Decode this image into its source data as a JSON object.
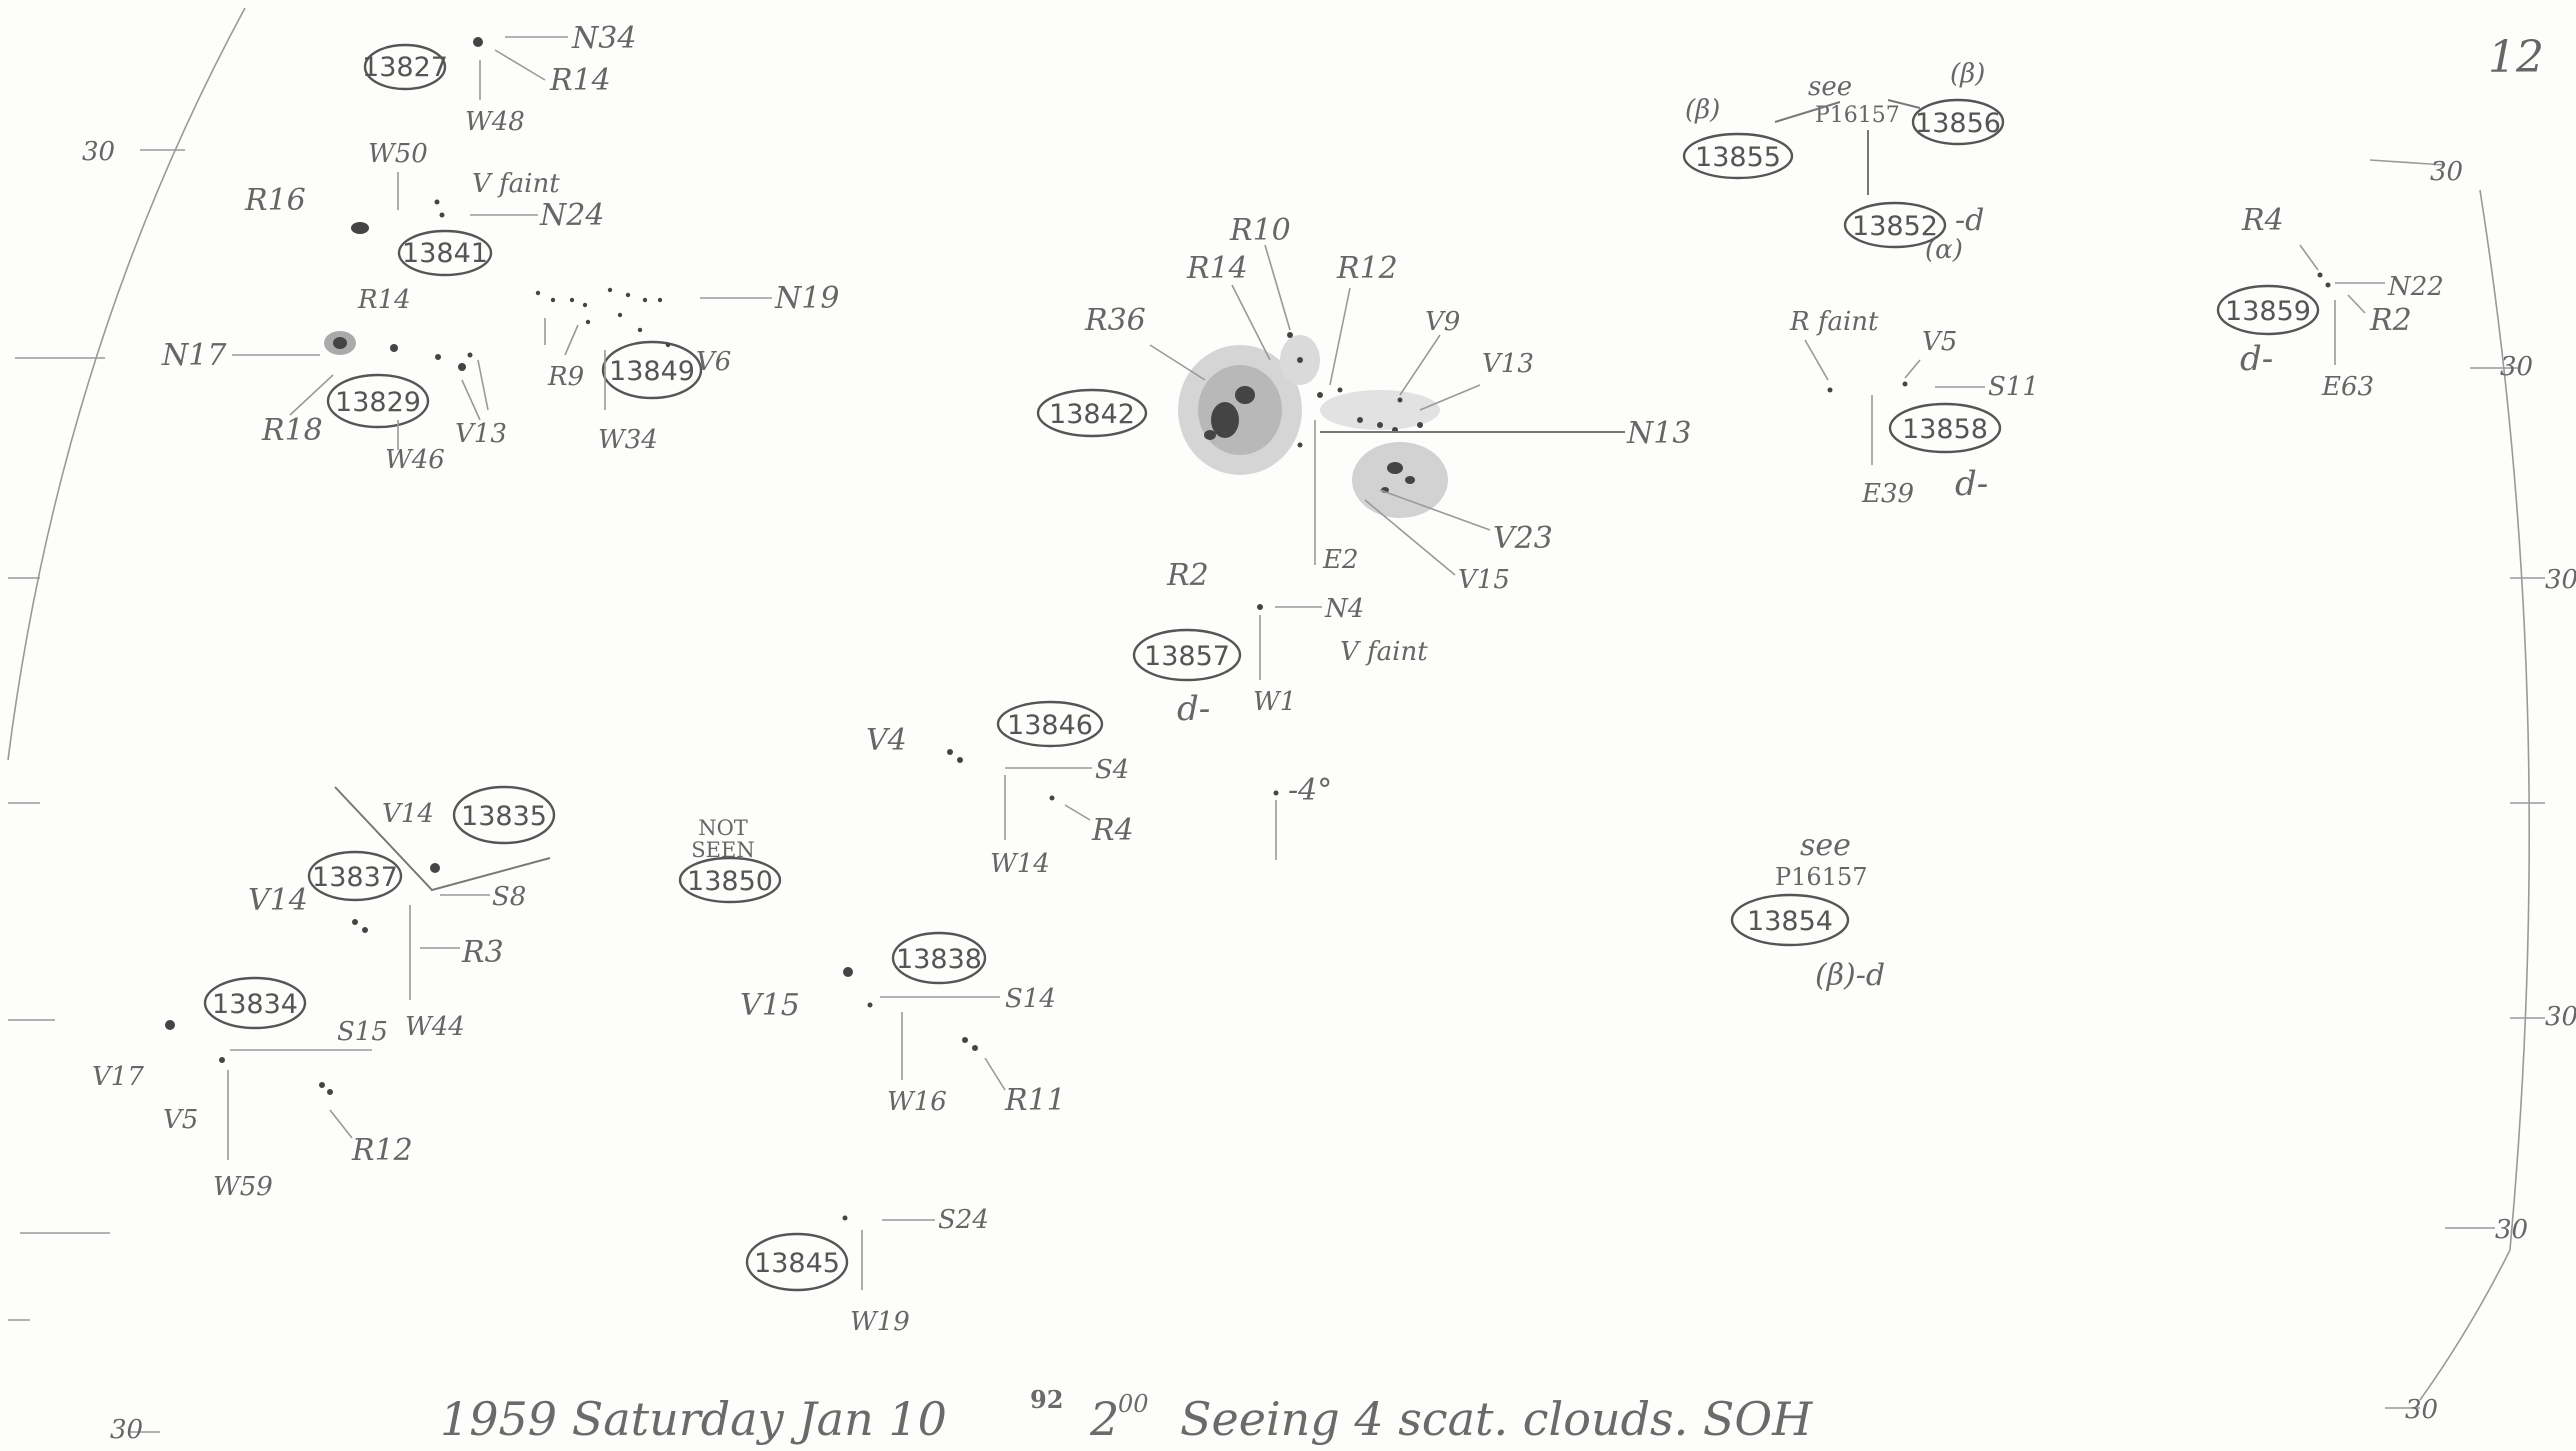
{
  "page_number": "12",
  "groups": [
    {
      "id": "13827",
      "labels": [
        "N34",
        "R14",
        "W48"
      ]
    },
    {
      "id": "13841",
      "labels": [
        "W50",
        "R16",
        "V faint",
        "N24"
      ]
    },
    {
      "id": "13829",
      "labels": [
        "R14",
        "N17",
        "R18",
        "W46",
        "V13"
      ]
    },
    {
      "id": "13849",
      "labels": [
        "N19",
        "R9",
        "V6",
        "W34"
      ]
    },
    {
      "id": "13842",
      "labels": [
        "R10",
        "R14",
        "R12",
        "R36",
        "V9",
        "V13",
        "N13",
        "E2",
        "V23",
        "V15"
      ]
    },
    {
      "id": "13857",
      "labels": [
        "R2",
        "N4",
        "V faint",
        "W1",
        "d-"
      ]
    },
    {
      "id": "13846",
      "labels": [
        "V4",
        "S4",
        "R4",
        "W14"
      ]
    },
    {
      "id": "13835",
      "labels": [
        "V14",
        "S8"
      ]
    },
    {
      "id": "13837",
      "labels": [
        "V14",
        "R3",
        "W44"
      ]
    },
    {
      "id": "13834",
      "labels": [
        "S15",
        "V17",
        "V5",
        "R12",
        "W59"
      ]
    },
    {
      "id": "13850",
      "labels": [
        "NOT SEEN"
      ]
    },
    {
      "id": "13838",
      "labels": [
        "S14",
        "V15",
        "W16",
        "R11"
      ]
    },
    {
      "id": "13845",
      "labels": [
        "S24",
        "W19"
      ]
    },
    {
      "id": "13855",
      "labels": [
        "(β)"
      ]
    },
    {
      "id": "13856",
      "labels": [
        "(β)"
      ]
    },
    {
      "id": "13852",
      "labels": [
        "-d",
        "(α)"
      ]
    },
    {
      "id": "13858",
      "labels": [
        "R faint",
        "V5",
        "S11",
        "E39",
        "d-"
      ]
    },
    {
      "id": "13859",
      "labels": [
        "R4",
        "N22",
        "R2",
        "E63",
        "d-"
      ]
    },
    {
      "id": "13854",
      "labels": [
        "(β)-d"
      ]
    }
  ],
  "notes": {
    "see_top": "see P16157",
    "see_mid": "see P16157",
    "not_seen": "NOT SEEN",
    "minus40": "-4°"
  },
  "margin_marks": [
    "30",
    "30",
    "30",
    "30",
    "30",
    "30",
    "30",
    "30"
  ],
  "footer": "1959 Saturday Jan 10.92 2:00 Seeing 4 scat. clouds. SOH",
  "footer_parts": {
    "text1": "1959 Saturday Jan 10",
    "sup": "92",
    "text2": "2",
    "sup2": "00",
    "text3": "Seeing 4 scat. clouds. SOH"
  }
}
